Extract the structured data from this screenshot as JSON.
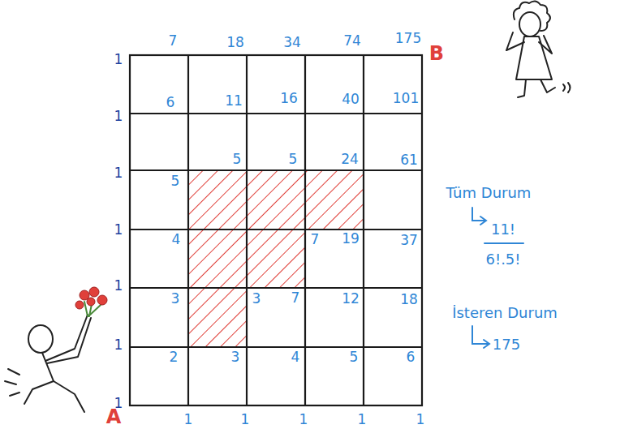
{
  "diagram": {
    "labels": [
      "1",
      "7",
      "18",
      "34",
      "74",
      "175",
      "B",
      "1",
      "6",
      "11",
      "16",
      "40",
      "101",
      "1",
      "5",
      "5",
      "5",
      "24",
      "61",
      "Tüm Durum",
      "11!",
      "6!.5!",
      "1",
      "4",
      "7",
      "19",
      "37",
      "İsteren Durum",
      "175",
      "1",
      "3",
      "3",
      "7",
      "12",
      "18",
      "1",
      "2",
      "3",
      "4",
      "5",
      "6",
      "1",
      "A",
      "1",
      "1",
      "1",
      "1",
      "1"
    ]
  }
}
